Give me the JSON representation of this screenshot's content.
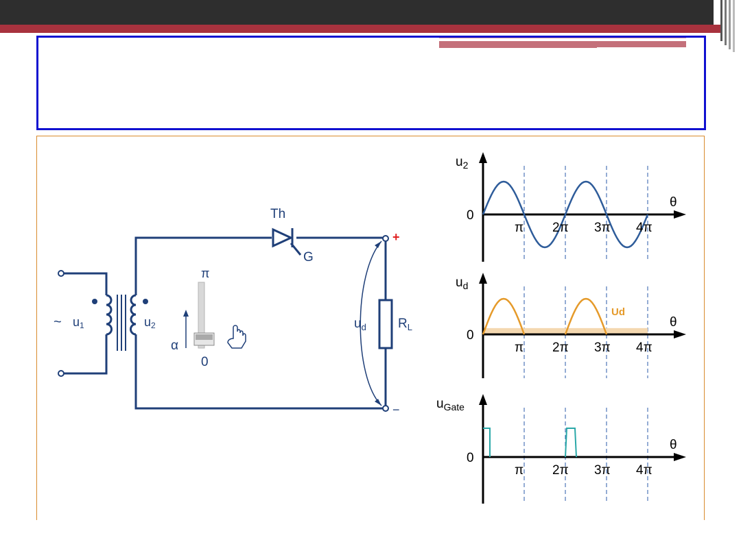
{
  "slide": {
    "title": "",
    "colors": {
      "frame": "#1010d0",
      "content_border": "#d98a2b",
      "circuit": "#1f3f78",
      "u2_wave": "#2e5c9a",
      "ud_wave": "#e59a2a",
      "ud_fill": "#f4d8b0",
      "gate_pulse": "#2aa8a8",
      "plus": "#e02020"
    }
  },
  "circuit": {
    "thyristor_label": "Th",
    "gate_label": "G",
    "source_symbol": "~",
    "u1_label": "u",
    "u1_sub": "1",
    "u2_label": "u",
    "u2_sub": "2",
    "slider_top": "π",
    "slider_bottom": "0",
    "alpha_label": "α",
    "ud_label": "u",
    "ud_sub": "d",
    "rl_label": "R",
    "rl_sub": "L",
    "plus": "+",
    "minus": "−",
    "alpha_fraction": 0.0,
    "icons": [
      "hand-pointer-icon",
      "transformer-icon",
      "thyristor-icon",
      "resistor-icon"
    ]
  },
  "chart_data": [
    {
      "type": "line",
      "title": "",
      "ylabel": "u",
      "ylabel_sub": "2",
      "xlabel": "θ",
      "origin_label": "0",
      "x_ticks": [
        "π",
        "2π",
        "3π",
        "4π"
      ],
      "series": [
        {
          "shape": "sine",
          "periods": 2,
          "amplitude": 1
        }
      ],
      "grid": "dashed verticals at π, 2π, 3π, 4π"
    },
    {
      "type": "area",
      "title": "",
      "ylabel": "u",
      "ylabel_sub": "d",
      "xlabel": "θ",
      "origin_label": "0",
      "x_ticks": [
        "π",
        "2π",
        "3π",
        "4π"
      ],
      "series": [
        {
          "shape": "half-wave rectified",
          "positive_half_cycles": [
            [
              0,
              1
            ],
            [
              2,
              3
            ]
          ]
        }
      ],
      "annotation": "Ud",
      "average_level": 0.32
    },
    {
      "type": "line",
      "title": "",
      "ylabel": "u",
      "ylabel_sub": "Gate",
      "xlabel": "θ",
      "origin_label": "0",
      "x_ticks": [
        "π",
        "2π",
        "3π",
        "4π"
      ],
      "series": [
        {
          "shape": "gate pulses",
          "pulse_starts": [
            0,
            2
          ]
        }
      ]
    }
  ]
}
